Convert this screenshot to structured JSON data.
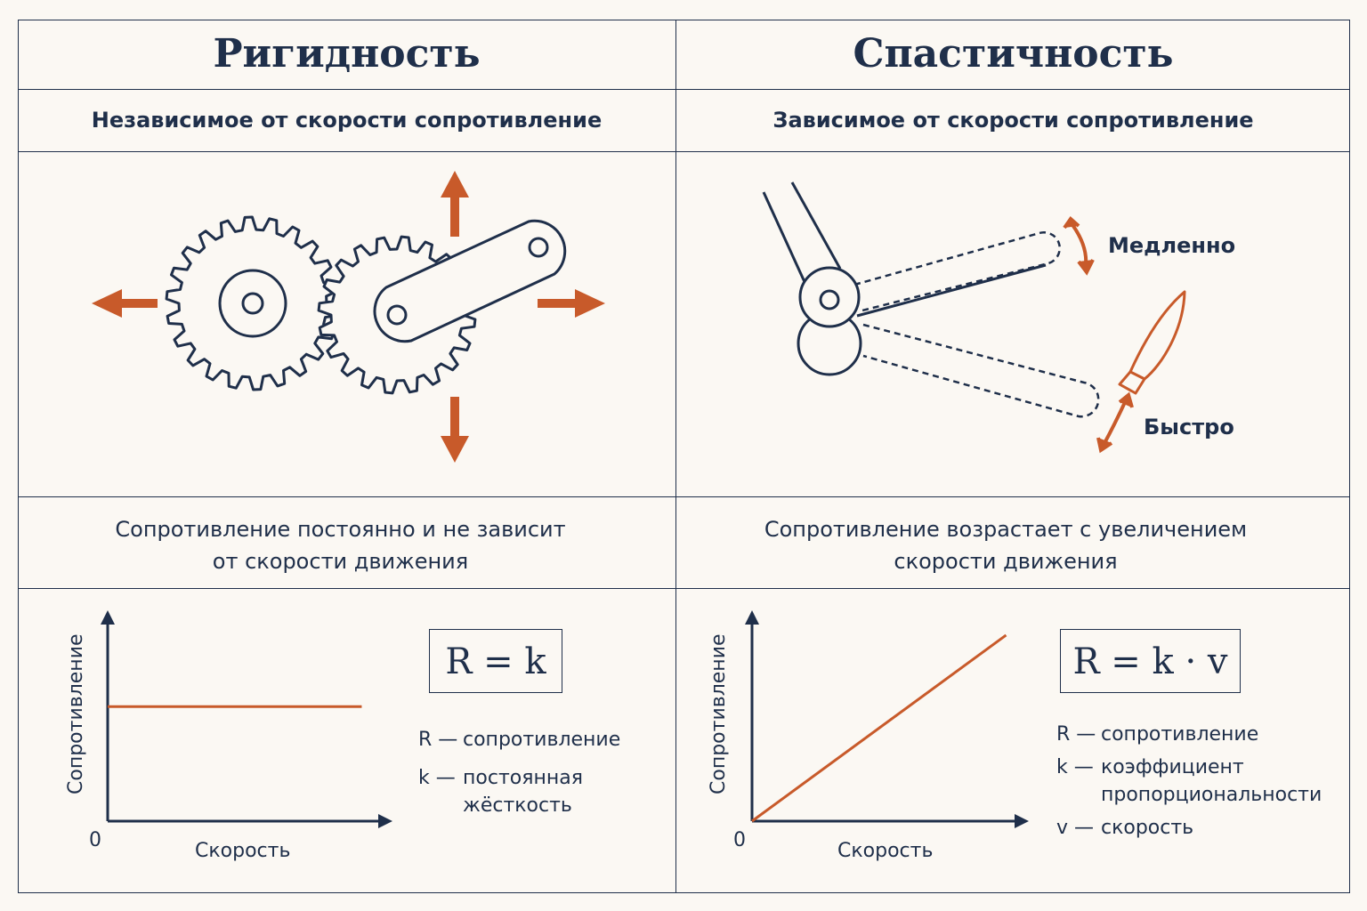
{
  "rigidity": {
    "title": "Ригидность",
    "subtitle": "Независимое от скорости сопротивление",
    "description": "Сопротивление постоянно и не зависит от скорости движения",
    "formula": "R = k",
    "legend": [
      {
        "symbol": "R",
        "text": "сопротивление"
      },
      {
        "symbol": "k",
        "text": "постоянная жёсткость"
      }
    ]
  },
  "spasticity": {
    "title": "Спастичность",
    "subtitle": "Зависимое от скорости сопротивление",
    "description": "Сопротивление возрастает с увеличением скорости движения",
    "formula": "R = k · v",
    "slow_label": "Медленно",
    "fast_label": "Быстро",
    "legend": [
      {
        "symbol": "R",
        "text": "сопротивление"
      },
      {
        "symbol": "k",
        "text": "коэффициент пропорциональности"
      },
      {
        "symbol": "v",
        "text": "скорость"
      }
    ]
  },
  "colors": {
    "ink": "#1f2f4a",
    "accent": "#c85a2a",
    "background": "#fbf8f3"
  },
  "chart_data": [
    {
      "type": "line",
      "xlabel": "Скорость",
      "ylabel": "Сопротивление",
      "origin_label": "0",
      "series": [
        {
          "x": [
            0,
            1
          ],
          "y": [
            0.6,
            0.6
          ]
        }
      ],
      "xlim": [
        0,
        1.1
      ],
      "ylim": [
        0,
        1.1
      ]
    },
    {
      "type": "line",
      "xlabel": "Скорость",
      "ylabel": "Сопротивление",
      "origin_label": "0",
      "series": [
        {
          "x": [
            0,
            1
          ],
          "y": [
            0,
            1
          ]
        }
      ],
      "xlim": [
        0,
        1.1
      ],
      "ylim": [
        0,
        1.1
      ]
    }
  ]
}
